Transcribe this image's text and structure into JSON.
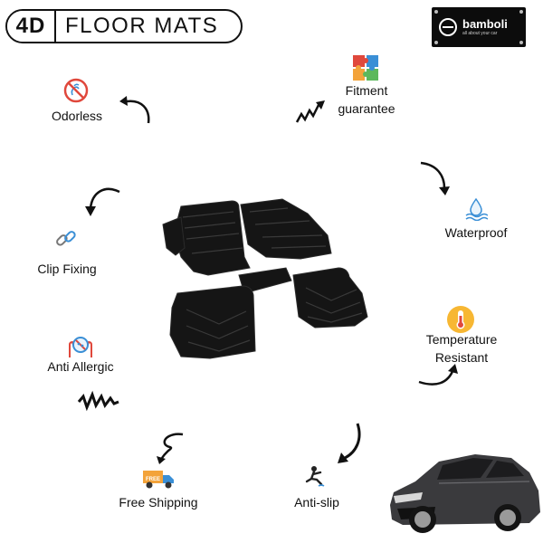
{
  "header": {
    "tag": "4D",
    "title": "FLOOR MATS"
  },
  "logo": {
    "brand": "bamboli",
    "tagline": "all about your car"
  },
  "features": [
    {
      "label": "Odorless",
      "icon": "no-smell-icon"
    },
    {
      "label": "Fitment guarantee",
      "icon": "puzzle-icon"
    },
    {
      "label": "Waterproof",
      "icon": "water-drop-icon"
    },
    {
      "label": "Clip Fixing",
      "icon": "clip-icon"
    },
    {
      "label": "Temperature Resistant",
      "icon": "thermometer-icon"
    },
    {
      "label": "Anti Allergic",
      "icon": "anti-allergy-icon"
    },
    {
      "label": "Free Shipping",
      "icon": "delivery-truck-icon"
    },
    {
      "label": "Anti-slip",
      "icon": "slip-icon"
    }
  ],
  "truck_badge": "FREE",
  "colors": {
    "accent_blue": "#3a8fd6",
    "accent_red": "#e0483c",
    "accent_orange": "#f3a33a",
    "mat": "#151515"
  }
}
